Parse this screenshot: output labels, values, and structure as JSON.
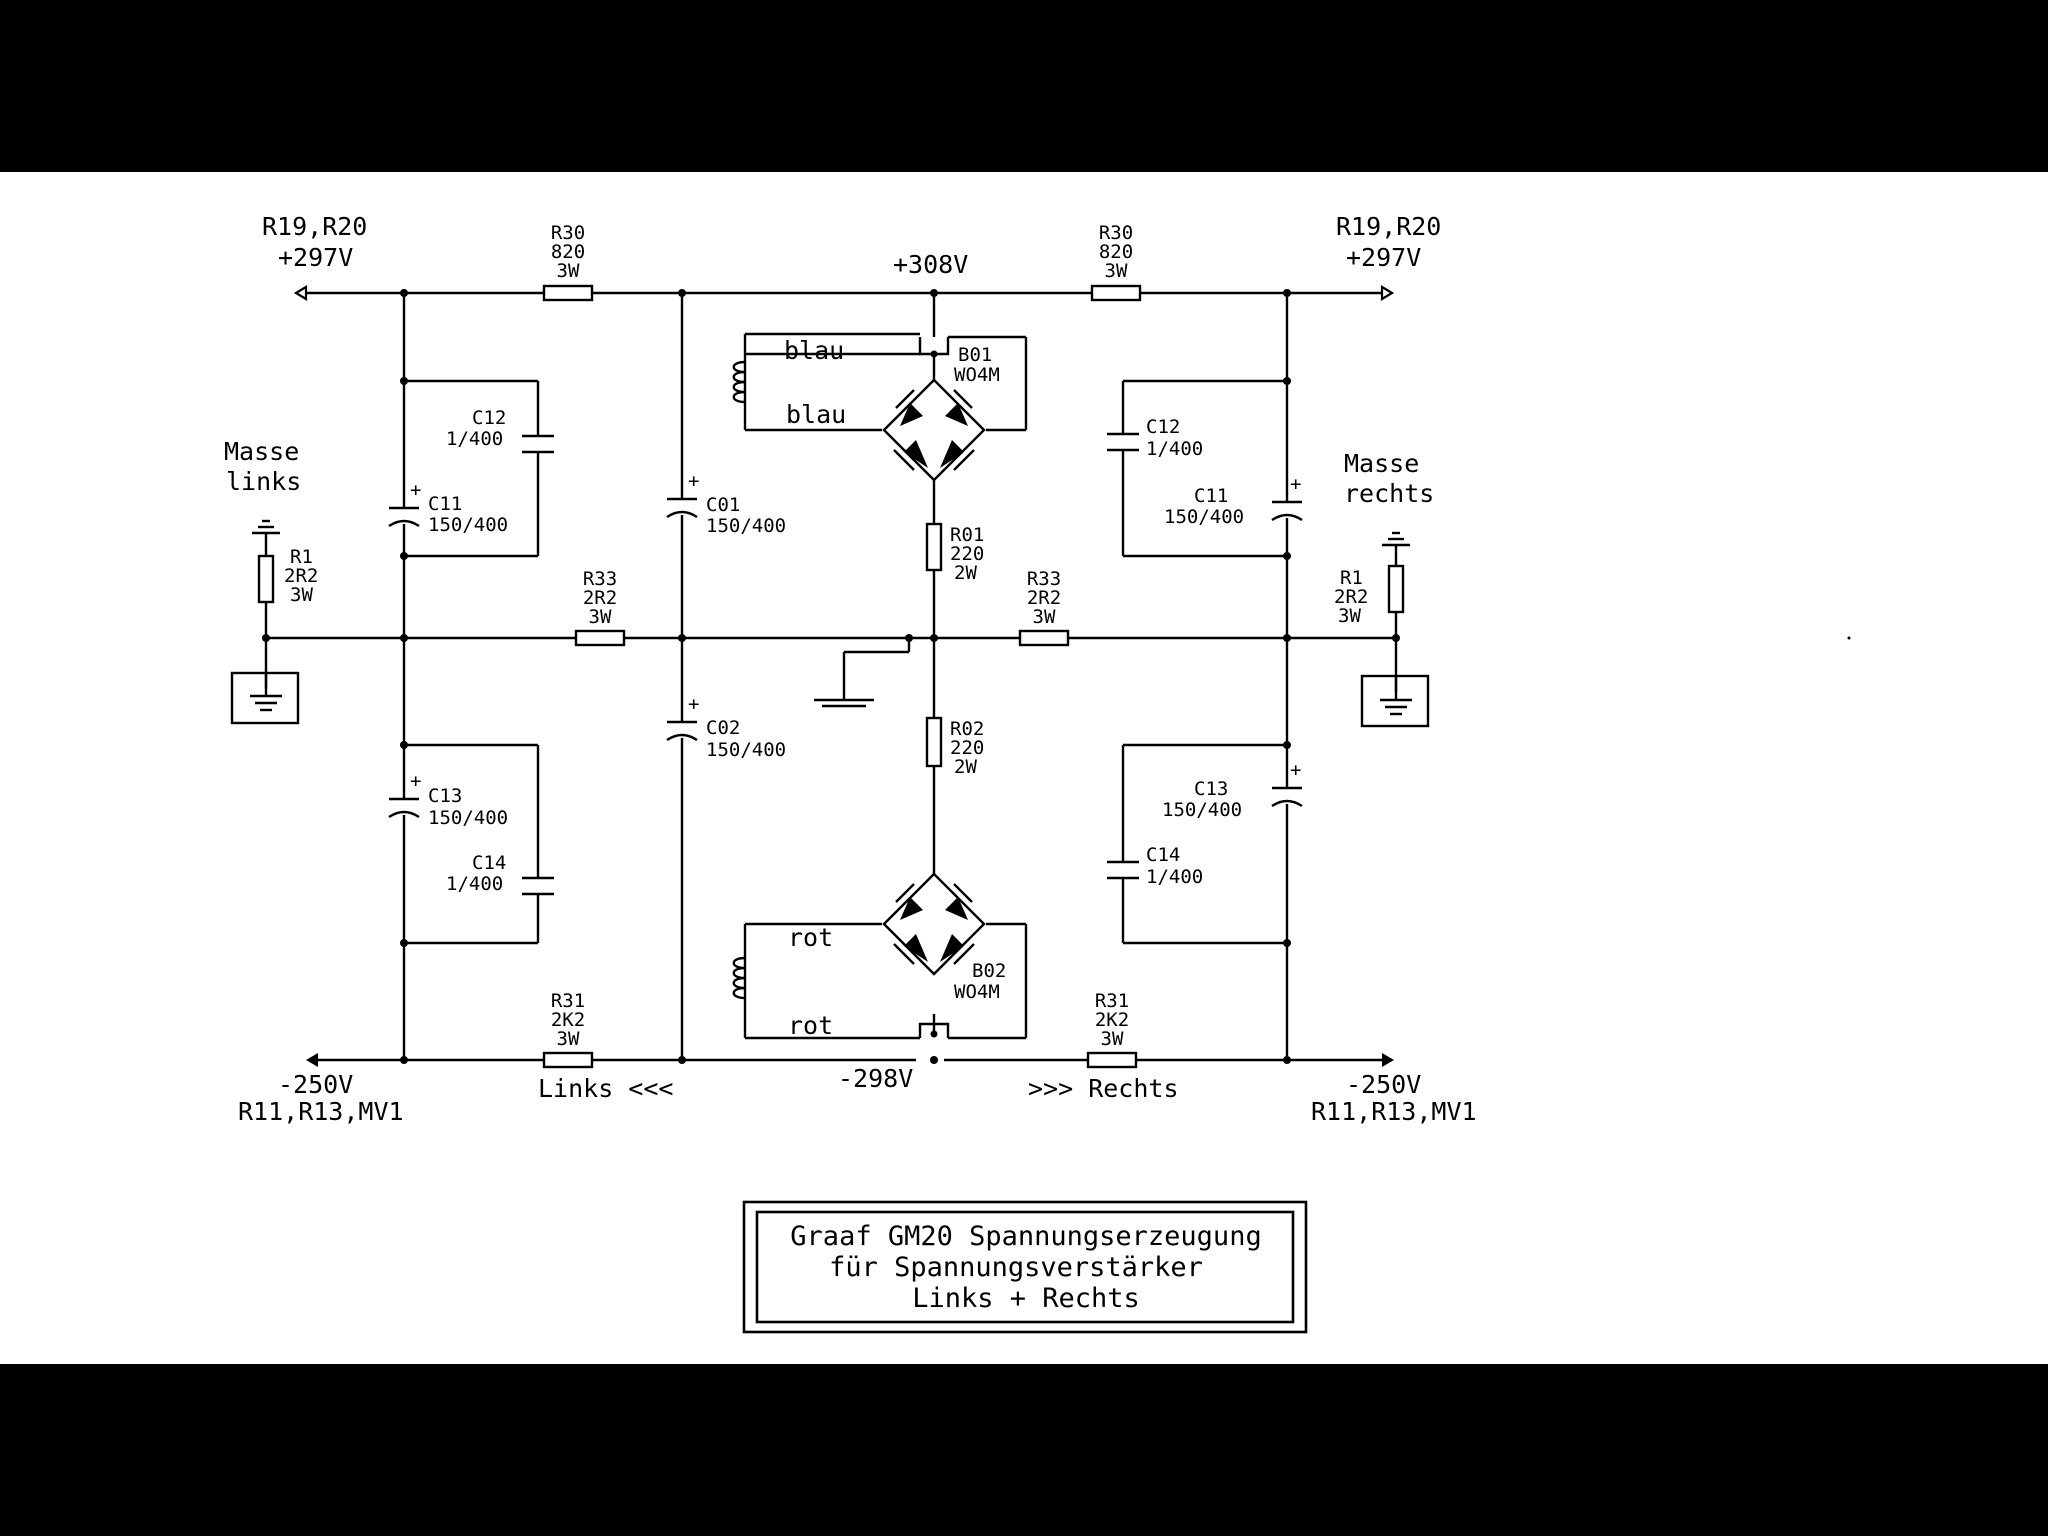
{
  "nets": {
    "top_left": {
      "ref": "R19,R20",
      "voltage": "+297V"
    },
    "top_right": {
      "ref": "R19,R20",
      "voltage": "+297V"
    },
    "top_center": "+308V",
    "bottom_left": {
      "voltage": "-250V",
      "ref": "R11,R13,MV1"
    },
    "bottom_right": {
      "voltage": "-250V",
      "ref": "R11,R13,MV1"
    },
    "bottom_center": "-298V"
  },
  "ground": {
    "left": [
      "Masse",
      "links"
    ],
    "right": [
      "Masse",
      "rechts"
    ]
  },
  "sides": {
    "left": "Links <<<",
    "right": ">>> Rechts"
  },
  "components": {
    "r30_left": [
      "R30",
      "820",
      "3W"
    ],
    "r30_right": [
      "R30",
      "820",
      "3W"
    ],
    "r31_left": [
      "R31",
      "2K2",
      "3W"
    ],
    "r31_right": [
      "R31",
      "2K2",
      "3W"
    ],
    "r33_left": [
      "R33",
      "2R2",
      "3W"
    ],
    "r33_right": [
      "R33",
      "2R2",
      "3W"
    ],
    "r1_left": [
      "R1",
      "2R2",
      "3W"
    ],
    "r1_right": [
      "R1",
      "2R2",
      "3W"
    ],
    "r01": [
      "R01",
      "220",
      "2W"
    ],
    "r02": [
      "R02",
      "220",
      "2W"
    ],
    "c11_left": [
      "C11",
      "150/400"
    ],
    "c12_left": [
      "C12",
      "1/400"
    ],
    "c13_left": [
      "C13",
      "150/400"
    ],
    "c14_left": [
      "C14",
      "1/400"
    ],
    "c11_right": [
      "C11",
      "150/400"
    ],
    "c12_right": [
      "C12",
      "1/400"
    ],
    "c13_right": [
      "C13",
      "150/400"
    ],
    "c14_right": [
      "C14",
      "1/400"
    ],
    "c01": [
      "C01",
      "150/400"
    ],
    "c02": [
      "C02",
      "150/400"
    ],
    "b01": [
      "B01",
      "WO4M"
    ],
    "b02": [
      "B02",
      "WO4M"
    ],
    "plus": "+"
  },
  "transformer": {
    "blue_top": "blau",
    "blue_bottom": "blau",
    "red_top": "rot",
    "red_bottom": "rot"
  },
  "title": [
    "Graaf GM20 Spannungserzeugung",
    "für Spannungsverstärker",
    "Links + Rechts"
  ]
}
